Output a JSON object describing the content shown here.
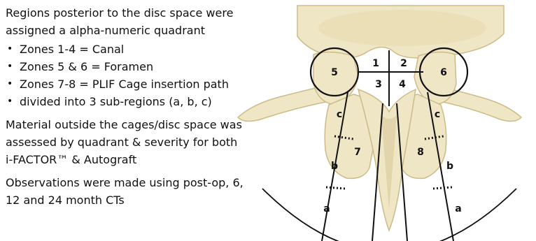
{
  "text": {
    "intro": "Regions posterior to the disc space were assigned a alpha-numeric quadrant",
    "bullets": [
      "Zones 1-4 = Canal",
      "Zones 5 & 6 = Foramen",
      "Zones 7-8 = PLIF Cage insertion path"
    ],
    "bullet3_cont": "divided into 3 sub-regions (a, b, c)",
    "material": "Material outside the cages/disc space was assessed by quadrant & severity for both i-FACTOR™ & Autograft",
    "observations": "Observations were made using post-op, 6, 12 and 24 month CTs"
  },
  "diagram": {
    "zone_labels": [
      "1",
      "2",
      "3",
      "4",
      "5",
      "6",
      "7",
      "8"
    ],
    "subregion_labels": [
      "a",
      "b",
      "c"
    ]
  },
  "colors": {
    "bone_fill": "#efe6c6",
    "bone_shade": "#d9c99a",
    "line": "#111111"
  }
}
